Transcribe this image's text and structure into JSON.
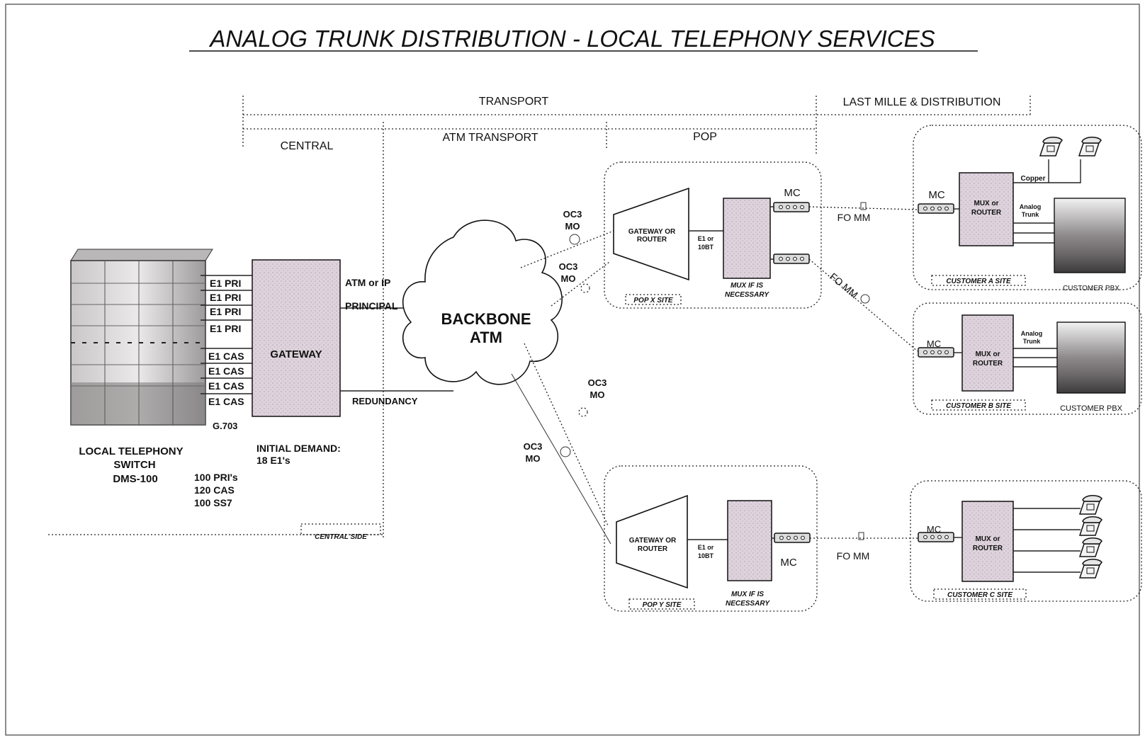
{
  "title": "ANALOG TRUNK DISTRIBUTION - LOCAL TELEPHONY SERVICES",
  "sections": {
    "transport": "TRANSPORT",
    "last_mile": "LAST MILLE & DISTRIBUTION",
    "central": "CENTRAL",
    "atm_transport": "ATM TRANSPORT",
    "pop": "POP"
  },
  "central": {
    "e1_ports": [
      "E1 PRI",
      "E1 PRI",
      "E1 PRI",
      "E1 PRI",
      "E1 CAS",
      "E1 CAS",
      "E1 CAS",
      "E1 CAS"
    ],
    "gateway_label": "GATEWAY",
    "g703_label": "G.703",
    "switch_lines": [
      "LOCAL TELEPHONY",
      "SWITCH",
      "DMS-100"
    ],
    "capacity_lines": [
      "100 PRI's",
      "120 CAS",
      "100 SS7"
    ],
    "demand_lines": [
      "INITIAL DEMAND:",
      "18 E1's"
    ],
    "atm_or_ip": "ATM or IP",
    "principal": "PRINCIPAL",
    "redundancy": "REDUNDANCY",
    "central_side": "CENTRAL SIDE"
  },
  "backbone": {
    "line1": "BACKBONE",
    "line2": "ATM"
  },
  "oc3_label": {
    "line1": "OC3",
    "line2": "MO"
  },
  "pop_x": {
    "router_line1": "GATEWAY OR",
    "router_line2": "ROUTER",
    "link_line1": "E1 or",
    "link_line2": "10BT",
    "mux_line1": "MUX IF IS",
    "mux_line2": "NECESSARY",
    "mc_label": "MC",
    "site_label": "POP X SITE"
  },
  "pop_y": {
    "router_line1": "GATEWAY OR",
    "router_line2": "ROUTER",
    "link_line1": "E1 or",
    "link_line2": "10BT",
    "mux_line1": "MUX IF IS",
    "mux_line2": "NECESSARY",
    "mc_label": "MC",
    "site_label": "POP Y SITE"
  },
  "fo_mm": "FO MM",
  "customer_a": {
    "mc_label": "MC",
    "mux_line1": "MUX or",
    "mux_line2": "ROUTER",
    "copper": "Copper",
    "analog_line1": "Analog",
    "analog_line2": "Trunk",
    "site_label": "CUSTOMER A SITE",
    "pbx_label": "CUSTOMER PBX"
  },
  "customer_b": {
    "mc_label": "MC",
    "mux_line1": "MUX or",
    "mux_line2": "ROUTER",
    "analog_line1": "Analog",
    "analog_line2": "Trunk",
    "site_label": "CUSTOMER B SITE",
    "pbx_label": "CUSTOMER PBX"
  },
  "customer_c": {
    "mc_label": "MC",
    "mux_line1": "MUX or",
    "mux_line2": "ROUTER",
    "site_label": "CUSTOMER C SITE"
  },
  "icons": {
    "phone": "telephone-icon",
    "switch": "switch-cabinet-icon",
    "pbx": "pbx-cabinet-icon",
    "cloud": "cloud-icon",
    "mc": "media-converter-icon"
  },
  "colors": {
    "device_fill": "#ded3dc",
    "line": "#222222"
  }
}
